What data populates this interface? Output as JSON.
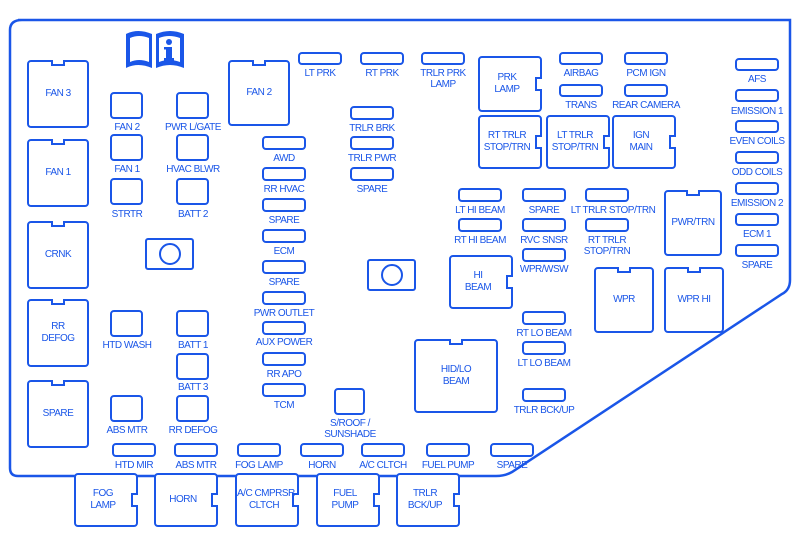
{
  "title": "Fuse Box Diagram",
  "colors": {
    "line": "#1a56e8",
    "background": "#ffffff"
  },
  "icon": {
    "name": "owner-manual-info-icon"
  },
  "large_relays": [
    {
      "id": "fan3",
      "label": "FAN 3"
    },
    {
      "id": "fan1",
      "label": "FAN 1"
    },
    {
      "id": "crnk",
      "label": "CRNK"
    },
    {
      "id": "rr-defog",
      "label": "RR\nDEFOG"
    },
    {
      "id": "spare-left",
      "label": "SPARE"
    },
    {
      "id": "fan2",
      "label": "FAN 2"
    },
    {
      "id": "wpr",
      "label": "WPR"
    },
    {
      "id": "wpr-hi",
      "label": "WPR HI"
    },
    {
      "id": "pwr-trn",
      "label": "PWR/TRN"
    },
    {
      "id": "hid-lo-beam",
      "label": "HID/LO\nBEAM"
    }
  ],
  "side_relays": [
    {
      "id": "prk-lamp",
      "label": "PRK\nLAMP"
    },
    {
      "id": "rt-trlr-stop-trn",
      "label": "RT TRLR\nSTOP/TRN"
    },
    {
      "id": "lt-trlr-stop-trn",
      "label": "LT TRLR\nSTOP/TRN"
    },
    {
      "id": "ign-main",
      "label": "IGN\nMAIN"
    },
    {
      "id": "hi-beam",
      "label": "HI\nBEAM"
    },
    {
      "id": "fog-lamp-relay",
      "label": "FOG\nLAMP"
    },
    {
      "id": "horn-relay",
      "label": "HORN"
    },
    {
      "id": "ac-cmprsr-cltch",
      "label": "A/C CMPRSR\nCLTCH"
    },
    {
      "id": "fuel-pump-relay",
      "label": "FUEL\nPUMP"
    },
    {
      "id": "trlr-bck-up-relay",
      "label": "TRLR\nBCK/UP"
    }
  ],
  "maxi_fuses": [
    {
      "id": "fan2-fuse",
      "label": "FAN 2"
    },
    {
      "id": "pwr-lgate",
      "label": "PWR L/GATE"
    },
    {
      "id": "fan1-fuse",
      "label": "FAN 1"
    },
    {
      "id": "hvac-blwr",
      "label": "HVAC BLWR"
    },
    {
      "id": "strtr",
      "label": "STRTR"
    },
    {
      "id": "batt2",
      "label": "BATT 2"
    },
    {
      "id": "htd-wash",
      "label": "HTD WASH"
    },
    {
      "id": "batt1",
      "label": "BATT 1"
    },
    {
      "id": "batt3",
      "label": "BATT 3"
    },
    {
      "id": "abs-mtr-maxi",
      "label": "ABS MTR"
    },
    {
      "id": "rr-defog-maxi",
      "label": "RR DEFOG"
    },
    {
      "id": "sroof-sunshade",
      "label": "S/ROOF /\nSUNSHADE"
    }
  ],
  "mini_fuses": [
    {
      "id": "lt-prk",
      "label": "LT PRK"
    },
    {
      "id": "rt-prk",
      "label": "RT PRK"
    },
    {
      "id": "trlr-prk-lamp",
      "label": "TRLR PRK\nLAMP"
    },
    {
      "id": "airbag",
      "label": "AIRBAG"
    },
    {
      "id": "pcm-ign",
      "label": "PCM IGN"
    },
    {
      "id": "trans",
      "label": "TRANS"
    },
    {
      "id": "rear-camera",
      "label": "REAR CAMERA"
    },
    {
      "id": "afs",
      "label": "AFS"
    },
    {
      "id": "emission1",
      "label": "EMISSION 1"
    },
    {
      "id": "even-coils",
      "label": "EVEN COILS"
    },
    {
      "id": "odd-coils",
      "label": "ODD COILS"
    },
    {
      "id": "emission2",
      "label": "EMISSION 2"
    },
    {
      "id": "ecm1",
      "label": "ECM 1"
    },
    {
      "id": "spare-right",
      "label": "SPARE"
    },
    {
      "id": "trlr-brk",
      "label": "TRLR BRK"
    },
    {
      "id": "trlr-pwr",
      "label": "TRLR PWR"
    },
    {
      "id": "spare-mid-top",
      "label": "SPARE"
    },
    {
      "id": "awd",
      "label": "AWD"
    },
    {
      "id": "rr-hvac",
      "label": "RR HVAC"
    },
    {
      "id": "spare-col1",
      "label": "SPARE"
    },
    {
      "id": "ecm",
      "label": "ECM"
    },
    {
      "id": "spare-col2",
      "label": "SPARE"
    },
    {
      "id": "pwr-outlet",
      "label": "PWR OUTLET"
    },
    {
      "id": "aux-power",
      "label": "AUX POWER"
    },
    {
      "id": "rr-apo",
      "label": "RR APO"
    },
    {
      "id": "tcm",
      "label": "TCM"
    },
    {
      "id": "lt-hi-beam",
      "label": "LT HI BEAM"
    },
    {
      "id": "rt-hi-beam",
      "label": "RT HI BEAM"
    },
    {
      "id": "spare-center",
      "label": "SPARE"
    },
    {
      "id": "rvc-snsr",
      "label": "RVC SNSR"
    },
    {
      "id": "wpr-wsw",
      "label": "WPR/WSW"
    },
    {
      "id": "lt-trlr-stop-trn-fuse",
      "label": "LT TRLR STOP/TRN"
    },
    {
      "id": "rt-trlr-stop-trn-fuse",
      "label": "RT TRLR\nSTOP/TRN"
    },
    {
      "id": "rt-lo-beam",
      "label": "RT LO BEAM"
    },
    {
      "id": "lt-lo-beam",
      "label": "LT LO BEAM"
    },
    {
      "id": "trlr-bck-up",
      "label": "TRLR BCK/UP"
    },
    {
      "id": "htd-mir",
      "label": "HTD MIR"
    },
    {
      "id": "abs-mtr-mini",
      "label": "ABS MTR"
    },
    {
      "id": "fog-lamp",
      "label": "FOG LAMP"
    },
    {
      "id": "horn",
      "label": "HORN"
    },
    {
      "id": "ac-cltch",
      "label": "A/C CLTCH"
    },
    {
      "id": "fuel-pump",
      "label": "FUEL PUMP"
    },
    {
      "id": "spare-bottom",
      "label": "SPARE"
    }
  ]
}
